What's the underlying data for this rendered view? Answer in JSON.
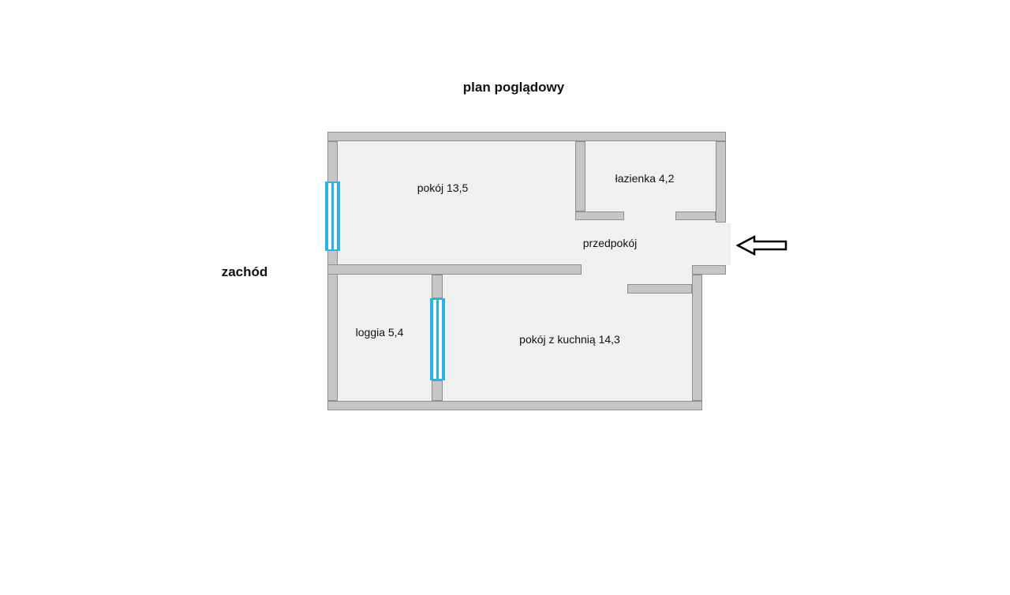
{
  "title": "plan poglądowy",
  "compass": {
    "west": "zachód"
  },
  "rooms": {
    "room1": "pokój 13,5",
    "bathroom": "łazienka 4,2",
    "hallway": "przedpokój",
    "loggia": "loggia 5,4",
    "room_kitchen": "pokój z kuchnią 14,3"
  },
  "colors": {
    "wall": "#c6c6c6",
    "wall_border": "#8f8f8f",
    "floor": "#f0f0f0",
    "window": "#29b3e6",
    "text": "#111111",
    "background": "#ffffff"
  }
}
